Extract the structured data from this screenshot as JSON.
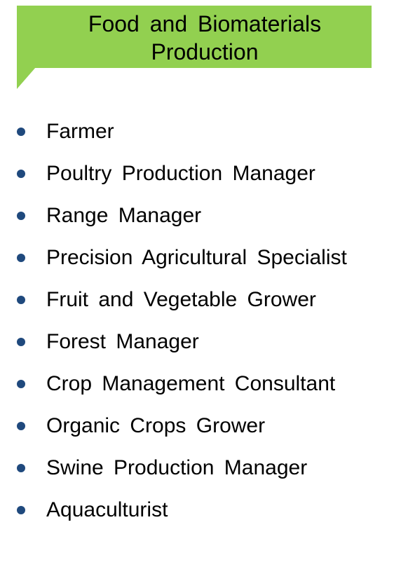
{
  "header": {
    "title_line1": "Food and Biomaterials",
    "title_line2": "Production",
    "color": "#92d050"
  },
  "careers": {
    "bullet_color": "#1f497d",
    "items": [
      "Farmer",
      "Poultry Production Manager",
      "Range Manager",
      "Precision Agricultural Specialist",
      "Fruit and Vegetable Grower",
      "Forest Manager",
      "Crop Management Consultant",
      "Organic Crops Grower",
      "Swine Production Manager",
      "Aquaculturist"
    ]
  }
}
